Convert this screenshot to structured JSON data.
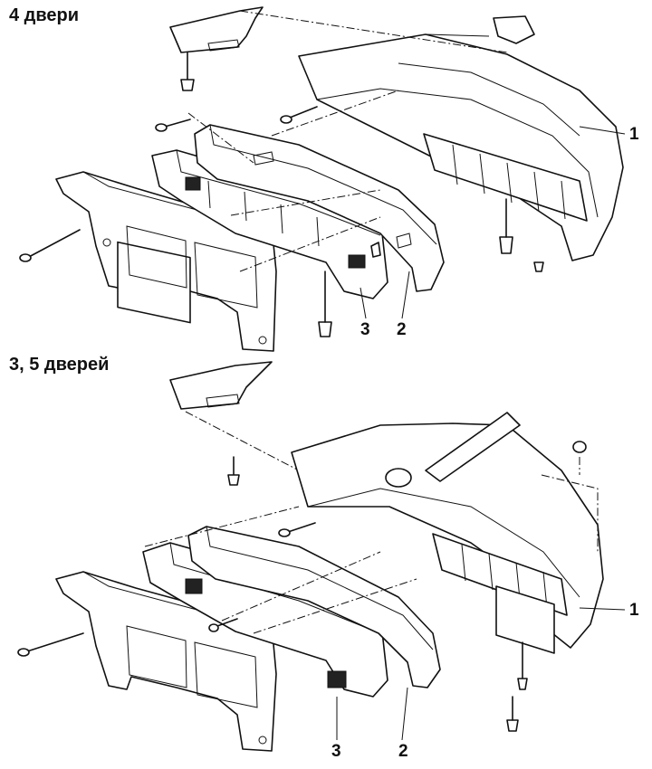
{
  "sections": {
    "top": {
      "title": "4 двери"
    },
    "bottom": {
      "title": "3, 5 дверей"
    }
  },
  "callouts": {
    "top": {
      "bumper_cover": "1",
      "reinforcement_beam": "2",
      "energy_absorber": "3"
    },
    "bottom": {
      "bumper_cover": "1",
      "reinforcement_beam": "2",
      "energy_absorber": "3"
    }
  },
  "colors": {
    "line": "#111111",
    "background": "#ffffff"
  }
}
